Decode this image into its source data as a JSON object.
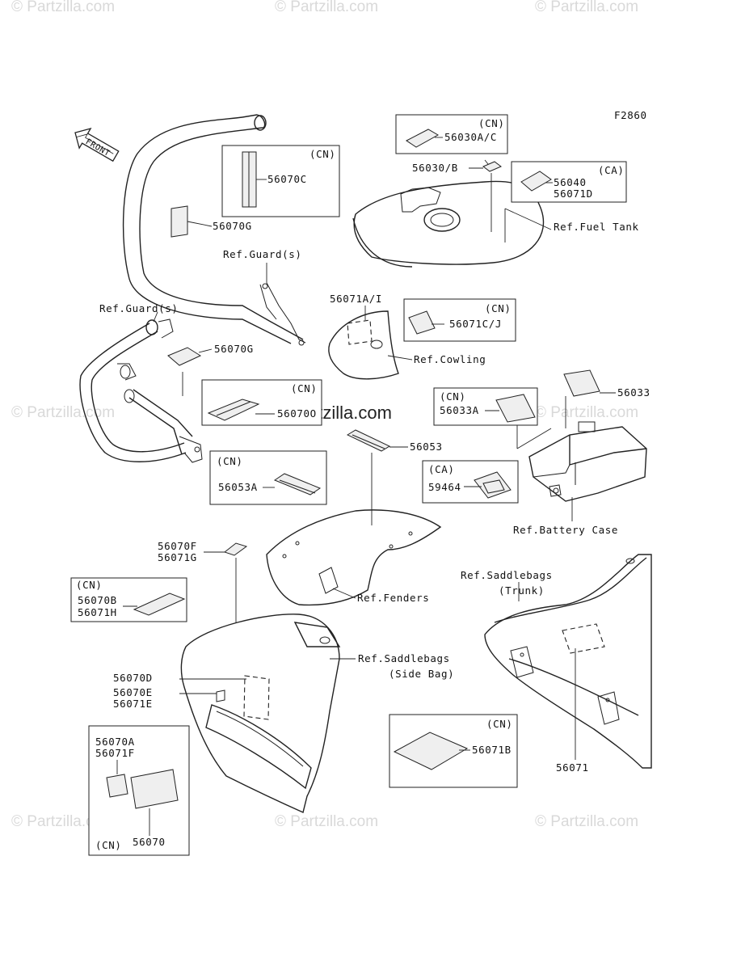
{
  "watermark": "© Partzilla.com",
  "watermark_center": "Partzilla.com",
  "figure_code": "F2860",
  "front_arrow": "FRONT",
  "labels": {
    "cn": "(CN)",
    "ca": "(CA)",
    "p56030ac": "56030A/C",
    "p56030b": "56030/B",
    "p56040": "56040",
    "p56071d": "56071D",
    "p56070c": "56070C",
    "p56070g": "56070G",
    "p56071ai": "56071A/I",
    "p56071cj": "56071C/J",
    "p56070g2": "56070G",
    "p56070o": "56070O",
    "p56033": "56033",
    "p56033a": "56033A",
    "p56053": "56053",
    "p56053a": "56053A",
    "p59464": "59464",
    "p56070f": "56070F",
    "p56071g": "56071G",
    "p56070b": "56070B",
    "p56071h": "56071H",
    "p56070d": "56070D",
    "p56070e": "56070E",
    "p56071e": "56071E",
    "p56070a": "56070A",
    "p56071f": "56071F",
    "p56070": "56070",
    "p56071b": "56071B",
    "p56071": "56071"
  },
  "refs": {
    "fuel_tank": "Ref.Fuel Tank",
    "guard_top": "Ref.Guard(s)",
    "guard_left": "Ref.Guard(s)",
    "cowling": "Ref.Cowling",
    "battery_case": "Ref.Battery Case",
    "fenders": "Ref.Fenders",
    "saddlebags_trunk_1": "Ref.Saddlebags",
    "saddlebags_trunk_2": "(Trunk)",
    "saddlebags_side_1": "Ref.Saddlebags",
    "saddlebags_side_2": "(Side Bag)"
  }
}
